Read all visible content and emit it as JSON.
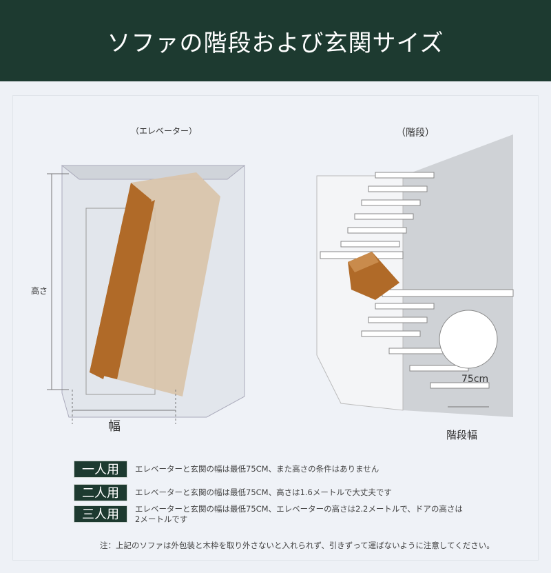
{
  "title": "ソファの階段および玄関サイズ",
  "elevator": {
    "label": "（エレベーター）",
    "height_label": "高さ",
    "width_label": "幅"
  },
  "stairs": {
    "label": "（階段）",
    "dimension": "75cm",
    "width_label": "階段幅"
  },
  "rows": [
    {
      "badge": "一人用",
      "text": "エレベーターと玄関の幅は最低75CM、また高さの条件はありません"
    },
    {
      "badge": "二人用",
      "text": "エレベーターと玄関の幅は最低75CM、高さは1.6メートルで大丈夫です"
    },
    {
      "badge": "三人用",
      "text": "エレベーターと玄関の幅は最低75CM、エレベーターの高さは2.2メートルで、ドアの高さは2メートルです"
    }
  ],
  "note": "注：上記のソファは外包装と木枠を取り外さないと入れられず、引きずって運ばないように注意してください。",
  "colors": {
    "header": "#1d3a30",
    "sofa": "#b06a28",
    "sofa_light": "#d9c3a8"
  }
}
